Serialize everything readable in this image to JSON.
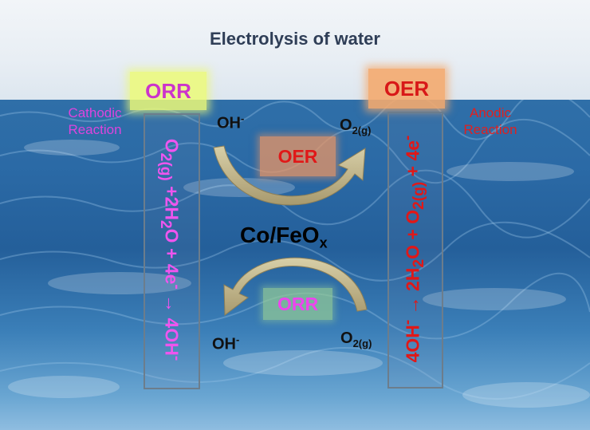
{
  "title": "Electrolysis of water",
  "left": {
    "tag": "ORR",
    "side_label_line1": "Cathodic",
    "side_label_line2": "Reaction",
    "eq": {
      "a": "O",
      "a_sub": "2(g)",
      "b": " +2H",
      "b_sub": "2",
      "c": "O + 4e",
      "c_sup": "-",
      "d": " → 4OH",
      "d_sup": "-"
    }
  },
  "right": {
    "tag": "OER",
    "side_label_line1": "Anodic",
    "side_label_line2": "Reaction",
    "eq": {
      "a": "4OH",
      "a_sup": "-",
      "b": " → 2H",
      "b_sub": "2",
      "c": "O + O",
      "c_sub": "2(g)",
      "d": " + 4e",
      "d_sup": "-"
    }
  },
  "center": {
    "oer_label": "OER",
    "orr_label": "ORR",
    "catalyst": "Co/FeO",
    "catalyst_sub": "x",
    "top_left_species": "OH",
    "top_left_sup": "-",
    "top_right_species": "O",
    "top_right_sub": "2(g)",
    "bottom_left_species": "OH",
    "bottom_left_sup": "-",
    "bottom_right_species": "O",
    "bottom_right_sub": "2(g)"
  },
  "colors": {
    "orr_text": "#cc33cc",
    "oer_text": "#d81818",
    "arrow": "#b9ad85",
    "sea": "#2b6aa6"
  }
}
